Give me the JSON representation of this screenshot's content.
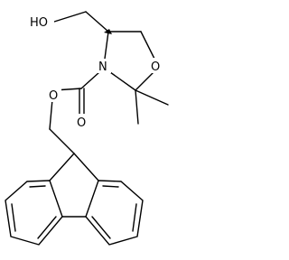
{
  "diagram": {
    "type": "chemical-structure",
    "atom_labels": {
      "hydroxyl": "HO",
      "ring_oxygen": "O",
      "ring_nitrogen": "N",
      "carbonyl_oxygen": "O",
      "ester_oxygen": "O"
    },
    "stereo_bonds": [
      "wedge"
    ]
  }
}
